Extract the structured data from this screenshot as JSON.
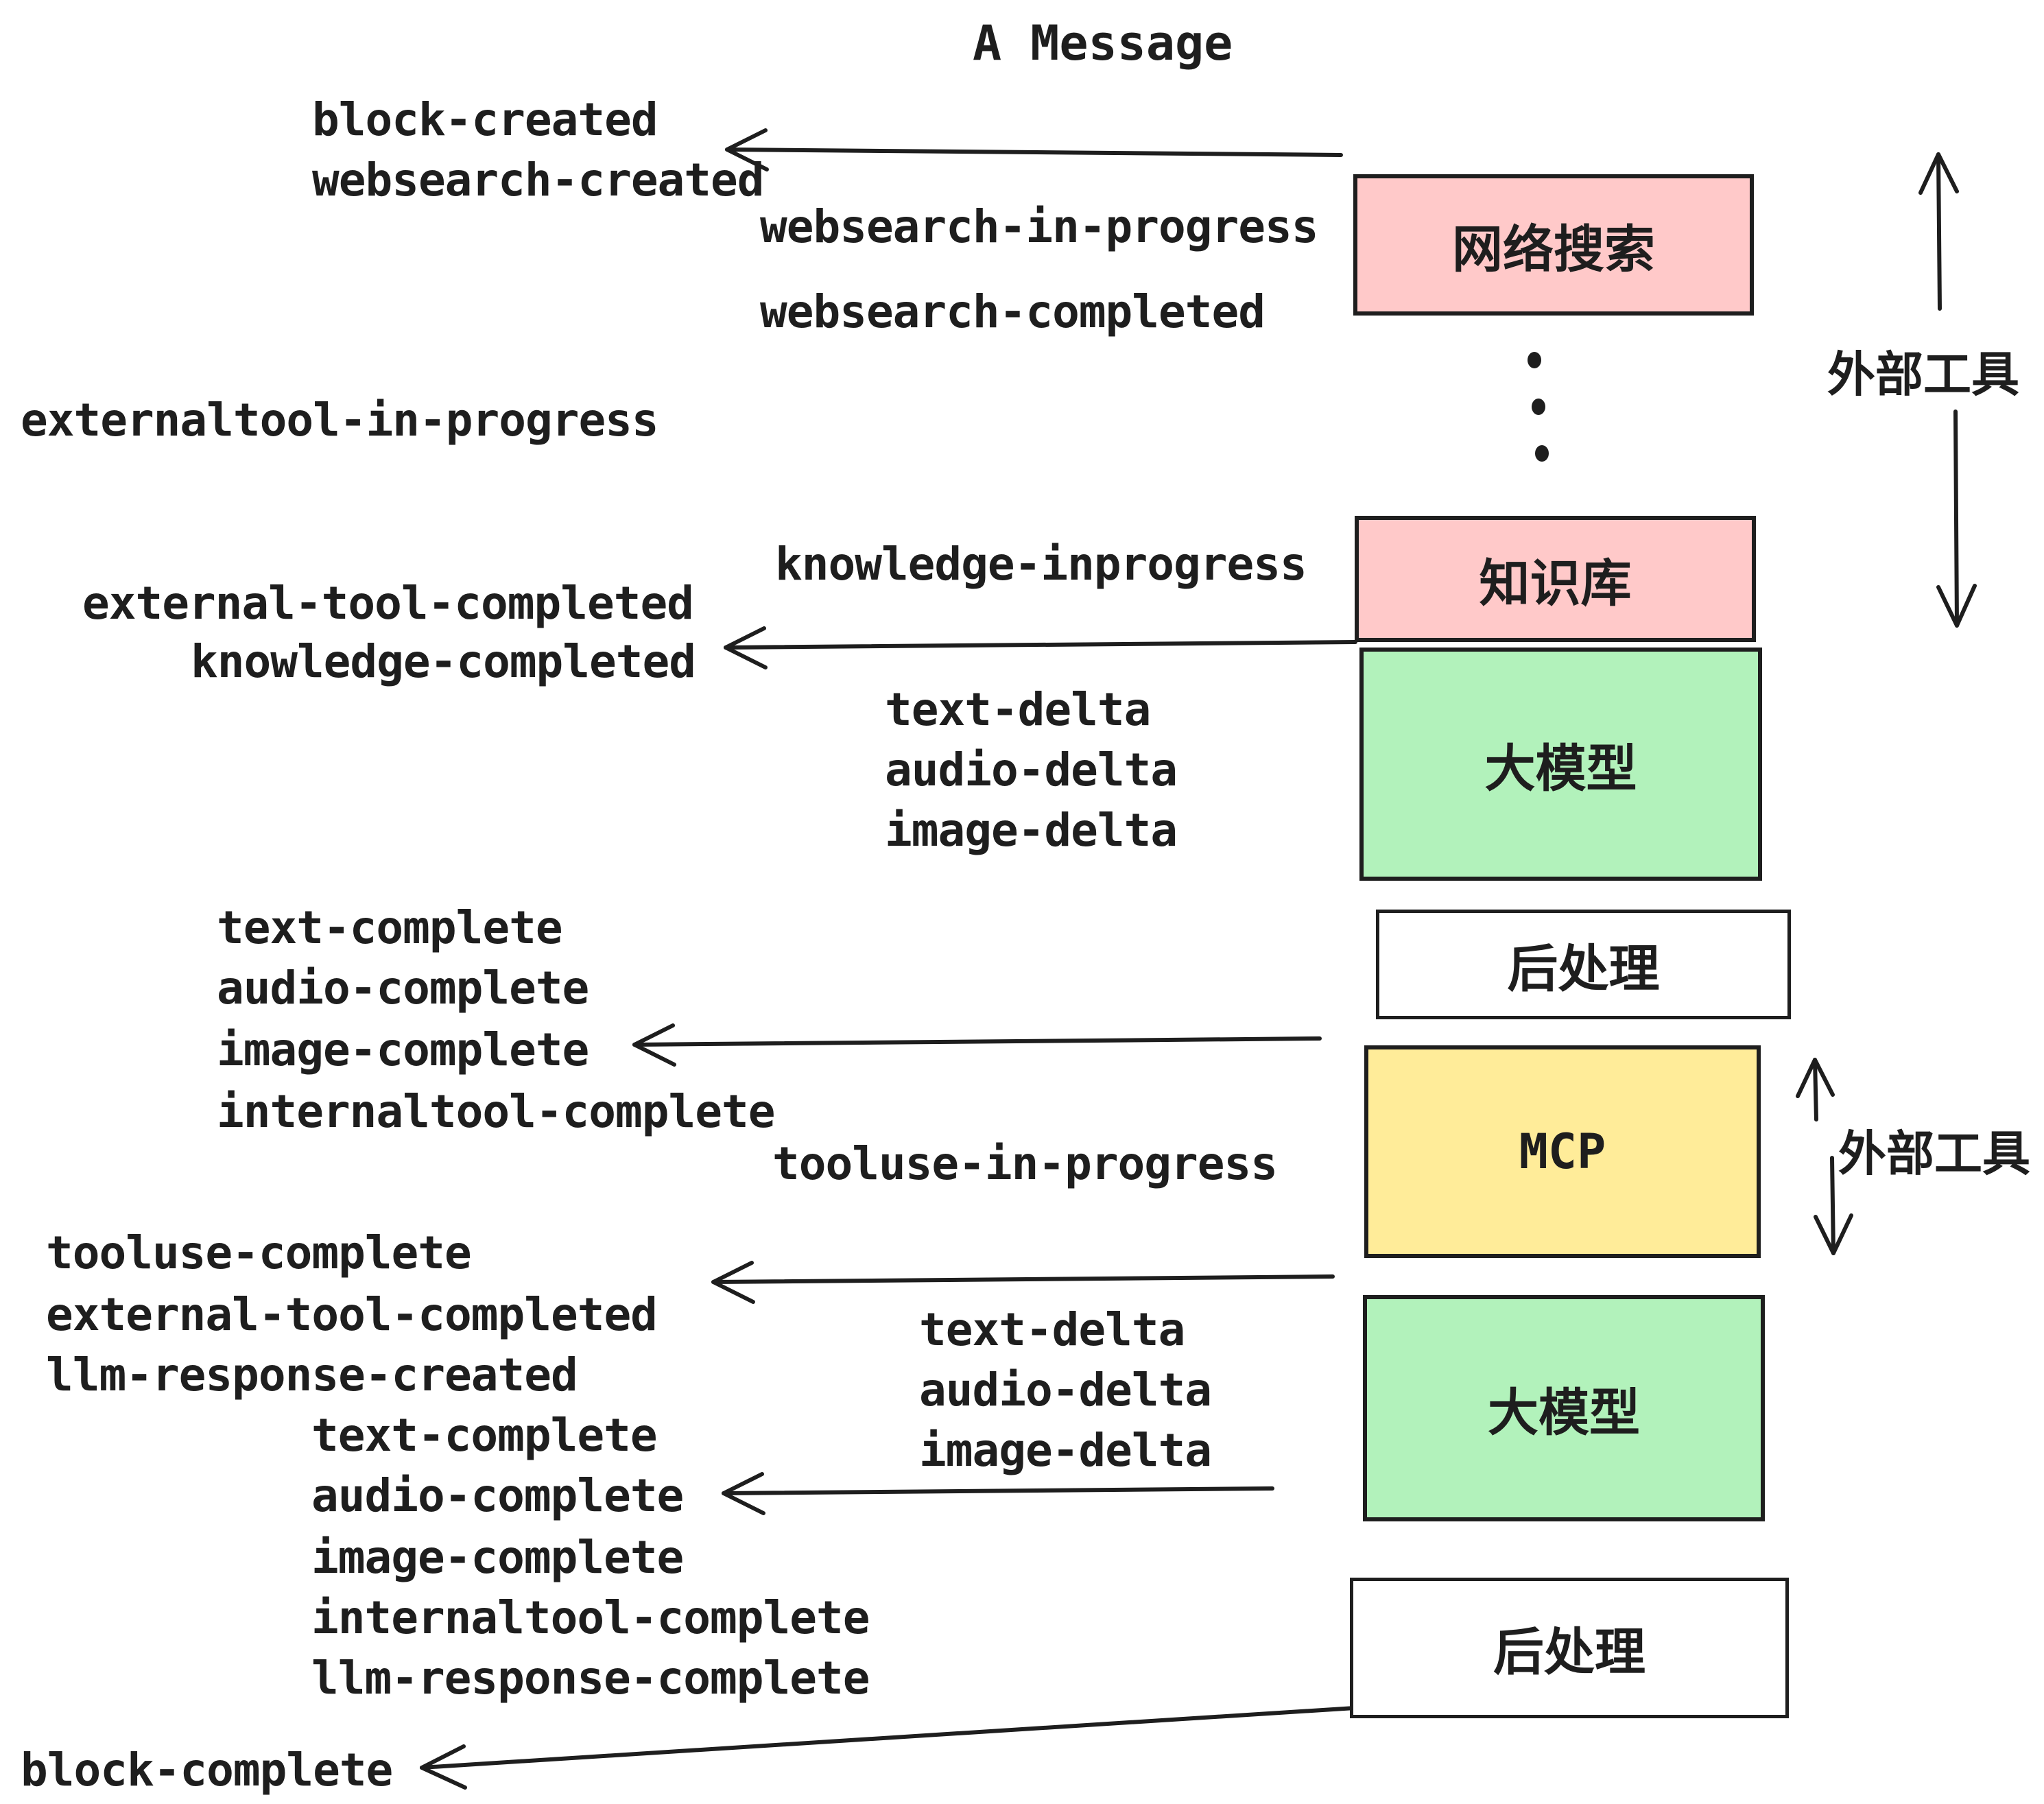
{
  "title": "A Message",
  "colors": {
    "stroke": "#1e1e1e",
    "pink": "#ffc9c9",
    "green": "#b2f2bb",
    "yellow": "#ffec99",
    "white": "#ffffff",
    "background": "#ffffff"
  },
  "boxes": {
    "websearch": {
      "label": "网络搜索",
      "fill": "#ffc9c9"
    },
    "knowledge": {
      "label": "知识库",
      "fill": "#ffc9c9"
    },
    "llm_top": {
      "label": "大模型",
      "fill": "#b2f2bb"
    },
    "post_top": {
      "label": "后处理",
      "fill": "#ffffff"
    },
    "mcp": {
      "label": "MCP",
      "fill": "#ffec99"
    },
    "llm_bottom": {
      "label": "大模型",
      "fill": "#b2f2bb"
    },
    "post_bottom": {
      "label": "后处理",
      "fill": "#ffffff"
    }
  },
  "side_labels": {
    "external_tools_top": "外部工具",
    "external_tools_bottom": "外部工具"
  },
  "events": {
    "block_created": "block-created",
    "websearch_created": "websearch-created",
    "websearch_in_progress": "websearch-in-progress",
    "websearch_completed": "websearch-completed",
    "externaltool_in_progress": "externaltool-in-progress",
    "knowledge_inprogress": "knowledge-inprogress",
    "external_tool_completed": "external-tool-completed",
    "knowledge_completed": "knowledge-completed",
    "text_delta": "text-delta",
    "audio_delta": "audio-delta",
    "image_delta": "image-delta",
    "text_complete": "text-complete",
    "audio_complete": "audio-complete",
    "image_complete": "image-complete",
    "internaltool_complete": "internaltool-complete",
    "tooluse_in_progress": "tooluse-in-progress",
    "tooluse_complete": "tooluse-complete",
    "llm_response_created": "llm-response-created",
    "llm_response_complete": "llm-response-complete",
    "block_complete": "block-complete"
  },
  "decorations": {
    "ellipsis_dot_count": 3
  }
}
